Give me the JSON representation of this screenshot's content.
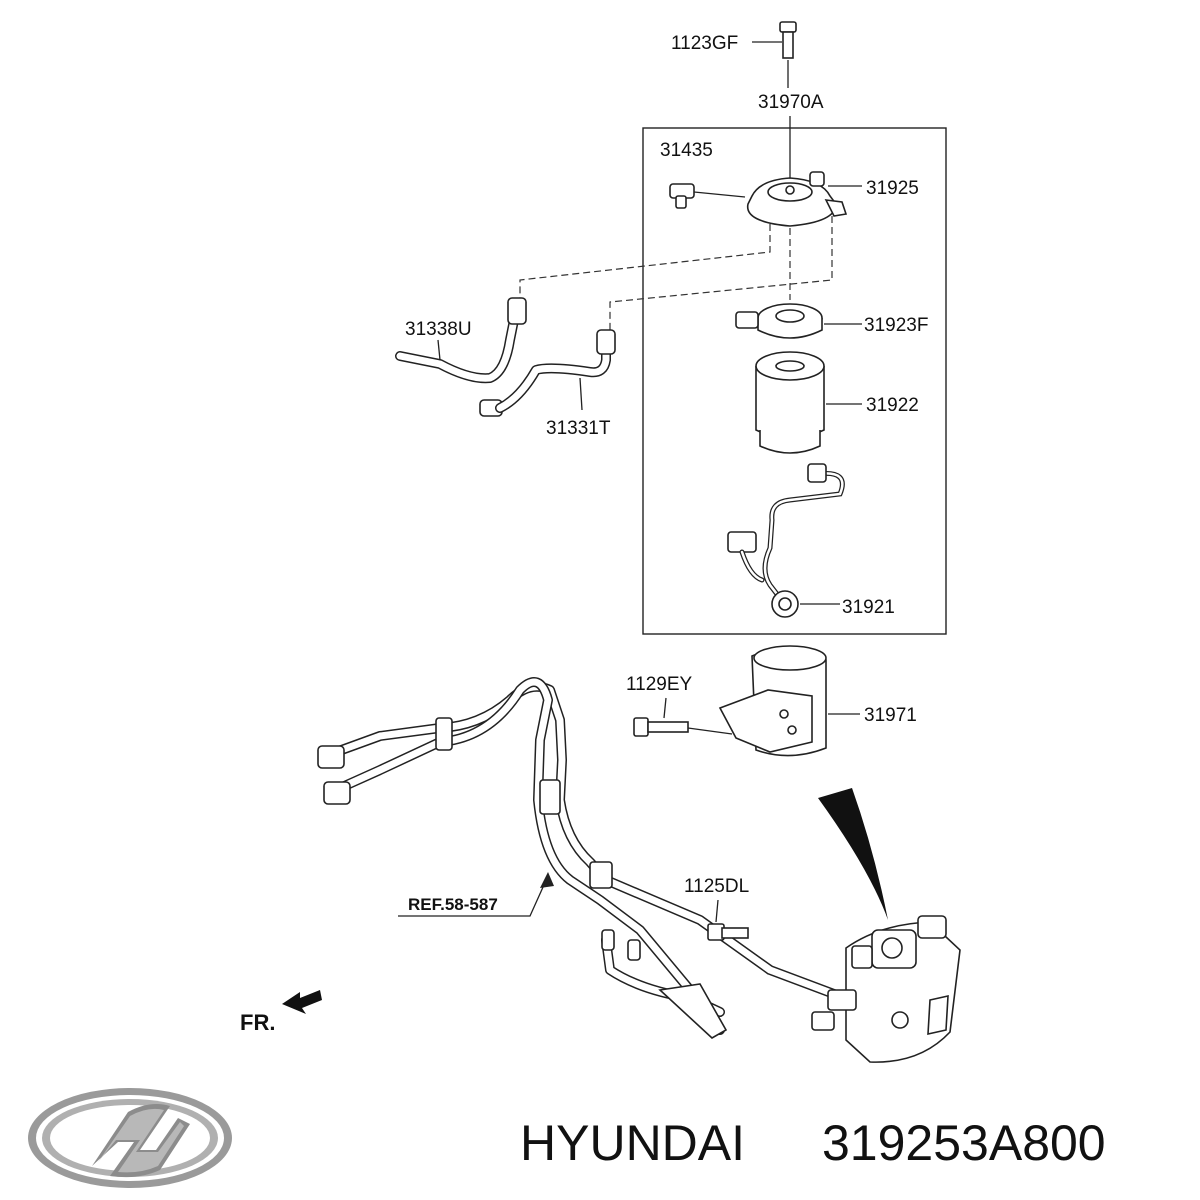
{
  "labels": {
    "bolt_top": "1123GF",
    "bracket_bolt": "31970A",
    "sensor": "31435",
    "filter_head": "31925",
    "seal_plate": "31923F",
    "filter": "31922",
    "wiring": "31921",
    "hose_left": "31338U",
    "hose_right": "31331T",
    "bracket_bolt_2": "1129EY",
    "bracket": "31971",
    "bolt_lower": "1125DL",
    "reference": "REF.58-587",
    "front": "FR."
  },
  "caption": {
    "brand": "HYUNDAI",
    "part_number": "319253A800"
  },
  "colors": {
    "line": "#222222",
    "background": "#ffffff",
    "logo_silver": "#9a9a9a"
  },
  "icons": {
    "logo": "hyundai-logo-icon",
    "front_arrow": "front-arrow-icon"
  }
}
